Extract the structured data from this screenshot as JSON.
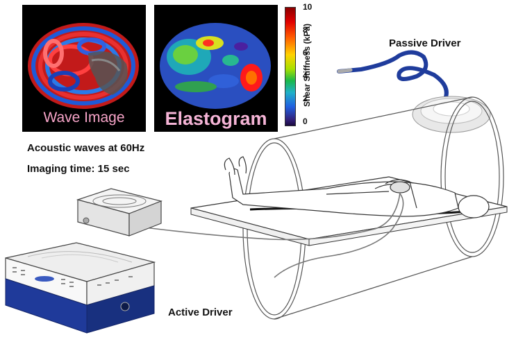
{
  "panels": {
    "wave_caption": "Wave Image",
    "elastogram_caption": "Elastogram"
  },
  "colorbar": {
    "title": "Shear Stiffness (kPa)",
    "ticks": [
      "10",
      "8",
      "6",
      "4",
      "2",
      "0"
    ],
    "colors": [
      "#8a0000",
      "#e00000",
      "#ff5a00",
      "#ffd200",
      "#a8e000",
      "#19b84a",
      "#1fb0c8",
      "#2060e0",
      "#33207a",
      "#1a0a40"
    ]
  },
  "labels": {
    "passive_driver": "Passive Driver",
    "acoustic": "Acoustic waves at 60Hz",
    "imaging_time": "Imaging time: 15 sec",
    "active_driver": "Active Driver"
  }
}
